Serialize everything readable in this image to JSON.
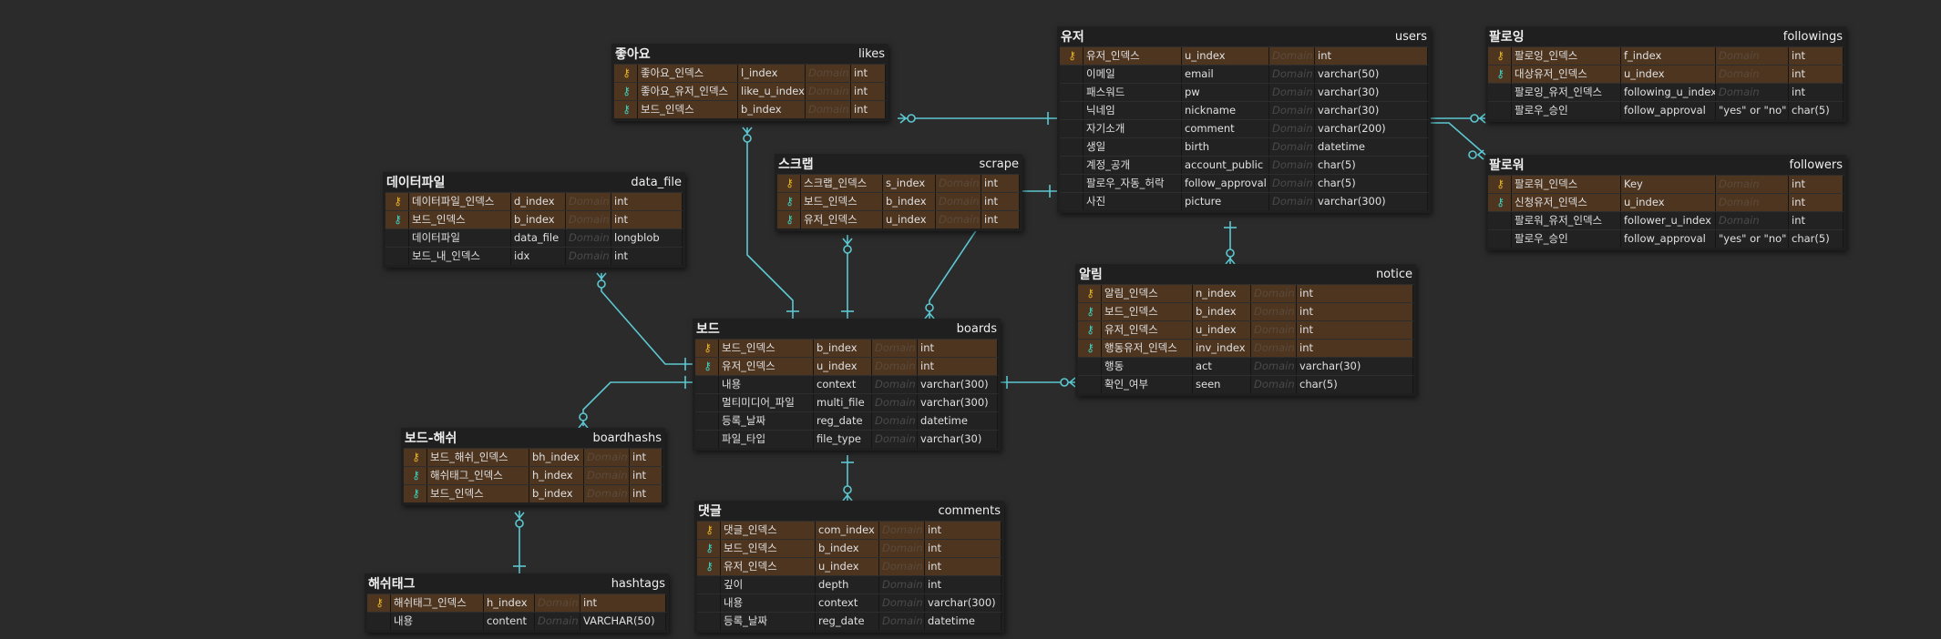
{
  "colors": {
    "background": "#2b2b2b",
    "key_row": "#4e3520",
    "pk_icon": "#e6b422",
    "fk_icon": "#3fd0c0",
    "connector": "#5cc8d2"
  },
  "domain_placeholder": "Domain",
  "entities": [
    {
      "id": "likes",
      "title_ko": "좋아요",
      "title_en": "likes",
      "fields": [
        {
          "key": "pk",
          "ko": "좋아요_인덱스",
          "en": "l_index",
          "type": "int"
        },
        {
          "key": "fk",
          "ko": "좋아요_유저_인덱스",
          "en": "like_u_index",
          "type": "int"
        },
        {
          "key": "fk",
          "ko": "보드_인덱스",
          "en": "b_index",
          "type": "int"
        }
      ]
    },
    {
      "id": "users",
      "title_ko": "유저",
      "title_en": "users",
      "fields": [
        {
          "key": "pk",
          "ko": "유저_인덱스",
          "en": "u_index",
          "type": "int"
        },
        {
          "key": "",
          "ko": "이메일",
          "en": "email",
          "type": "varchar(50)"
        },
        {
          "key": "",
          "ko": "패스워드",
          "en": "pw",
          "type": "varchar(30)"
        },
        {
          "key": "",
          "ko": "닉네임",
          "en": "nickname",
          "type": "varchar(30)"
        },
        {
          "key": "",
          "ko": "자기소개",
          "en": "comment",
          "type": "varchar(200)"
        },
        {
          "key": "",
          "ko": "생일",
          "en": "birth",
          "type": "datetime"
        },
        {
          "key": "",
          "ko": "계정_공개",
          "en": "account_public",
          "type": "char(5)"
        },
        {
          "key": "",
          "ko": "팔로우_자동_허락",
          "en": "follow_approval",
          "type": "char(5)"
        },
        {
          "key": "",
          "ko": "사진",
          "en": "picture",
          "type": "varchar(300)"
        }
      ]
    },
    {
      "id": "followings",
      "title_ko": "팔로잉",
      "title_en": "followings",
      "fields": [
        {
          "key": "pk",
          "ko": "팔로잉_인덱스",
          "en": "f_index",
          "type": "int"
        },
        {
          "key": "fk",
          "ko": "대상유저_인덱스",
          "en": "u_index",
          "type": "int"
        },
        {
          "key": "",
          "ko": "팔로잉_유저_인덱스",
          "en": "following_u_index",
          "type": "int"
        },
        {
          "key": "",
          "ko": "팔로우_승인",
          "en": "follow_approval",
          "dom": "\"yes\" or \"no\"",
          "type": "char(5)"
        }
      ]
    },
    {
      "id": "followers",
      "title_ko": "팔로워",
      "title_en": "followers",
      "fields": [
        {
          "key": "pk",
          "ko": "팔로워_인덱스",
          "en": "Key",
          "type": "int"
        },
        {
          "key": "fk",
          "ko": "신청유저_인덱스",
          "en": "u_index",
          "type": "int"
        },
        {
          "key": "",
          "ko": "팔로워_유저_인덱스",
          "en": "follower_u_index",
          "type": "int"
        },
        {
          "key": "",
          "ko": "팔로우_승인",
          "en": "follow_approval",
          "dom": "\"yes\" or \"no\"",
          "type": "char(5)"
        }
      ]
    },
    {
      "id": "data_file",
      "title_ko": "데이터파일",
      "title_en": "data_file",
      "fields": [
        {
          "key": "pk",
          "ko": "데이터파일_인덱스",
          "en": "d_index",
          "type": "int"
        },
        {
          "key": "fk",
          "ko": "보드_인덱스",
          "en": "b_index",
          "type": "int"
        },
        {
          "key": "",
          "ko": "데이터파일",
          "en": "data_file",
          "type": "longblob"
        },
        {
          "key": "",
          "ko": "보드_내_인덱스",
          "en": "idx",
          "type": "int"
        }
      ]
    },
    {
      "id": "scrape",
      "title_ko": "스크랩",
      "title_en": "scrape",
      "fields": [
        {
          "key": "pk",
          "ko": "스크랩_인덱스",
          "en": "s_index",
          "type": "int"
        },
        {
          "key": "fk",
          "ko": "보드_인덱스",
          "en": "b_index",
          "type": "int"
        },
        {
          "key": "fk",
          "ko": "유저_인덱스",
          "en": "u_index",
          "type": "int"
        }
      ]
    },
    {
      "id": "notice",
      "title_ko": "알림",
      "title_en": "notice",
      "fields": [
        {
          "key": "pk",
          "ko": "알림_인덱스",
          "en": "n_index",
          "type": "int"
        },
        {
          "key": "fk",
          "ko": "보드_인덱스",
          "en": "b_index",
          "type": "int"
        },
        {
          "key": "fk",
          "ko": "유저_인덱스",
          "en": "u_index",
          "type": "int"
        },
        {
          "key": "fk",
          "ko": "행동유저_인덱스",
          "en": "inv_index",
          "type": "int"
        },
        {
          "key": "",
          "ko": "행동",
          "en": "act",
          "type": "varchar(30)"
        },
        {
          "key": "",
          "ko": "확인_여부",
          "en": "seen",
          "type": "char(5)"
        }
      ]
    },
    {
      "id": "boards",
      "title_ko": "보드",
      "title_en": "boards",
      "fields": [
        {
          "key": "pk",
          "ko": "보드_인덱스",
          "en": "b_index",
          "type": "int"
        },
        {
          "key": "fk",
          "ko": "유저_인덱스",
          "en": "u_index",
          "type": "int"
        },
        {
          "key": "",
          "ko": "내용",
          "en": "context",
          "type": "varchar(300)"
        },
        {
          "key": "",
          "ko": "멀티미디어_파일",
          "en": "multi_file",
          "type": "varchar(300)"
        },
        {
          "key": "",
          "ko": "등록_날짜",
          "en": "reg_date",
          "type": "datetime"
        },
        {
          "key": "",
          "ko": "파일_타입",
          "en": "file_type",
          "type": "varchar(30)"
        }
      ]
    },
    {
      "id": "boardhashs",
      "title_ko": "보드-해쉬",
      "title_en": "boardhashs",
      "fields": [
        {
          "key": "pk",
          "ko": "보드_해쉬_인덱스",
          "en": "bh_index",
          "type": "int"
        },
        {
          "key": "fk",
          "ko": "해쉬태그_인덱스",
          "en": "h_index",
          "type": "int"
        },
        {
          "key": "fk",
          "ko": "보드_인덱스",
          "en": "b_index",
          "type": "int"
        }
      ]
    },
    {
      "id": "comments",
      "title_ko": "댓글",
      "title_en": "comments",
      "fields": [
        {
          "key": "pk",
          "ko": "댓글_인덱스",
          "en": "com_index",
          "type": "int"
        },
        {
          "key": "fk",
          "ko": "보드_인덱스",
          "en": "b_index",
          "type": "int"
        },
        {
          "key": "fk",
          "ko": "유저_인덱스",
          "en": "u_index",
          "type": "int"
        },
        {
          "key": "",
          "ko": "깊이",
          "en": "depth",
          "type": "int"
        },
        {
          "key": "",
          "ko": "내용",
          "en": "context",
          "type": "varchar(300)"
        },
        {
          "key": "",
          "ko": "등록_날짜",
          "en": "reg_date",
          "type": "datetime"
        }
      ]
    },
    {
      "id": "hashtags",
      "title_ko": "해쉬태그",
      "title_en": "hashtags",
      "fields": [
        {
          "key": "pk",
          "ko": "해쉬태그_인덱스",
          "en": "h_index",
          "type": "int"
        },
        {
          "key": "",
          "ko": "내용",
          "en": "content",
          "type": "VARCHAR(50)"
        }
      ]
    }
  ]
}
